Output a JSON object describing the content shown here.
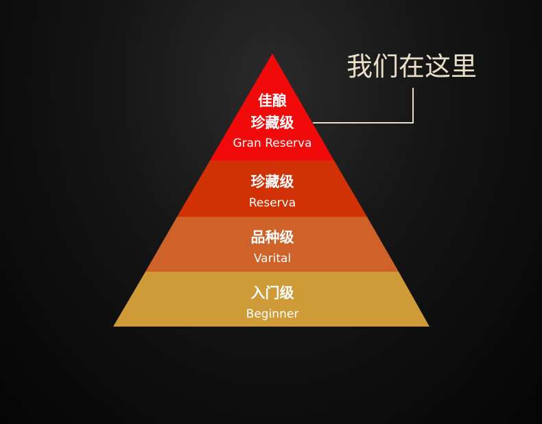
{
  "pyramid": {
    "tiers": [
      {
        "name_cn_lines": [
          "佳酿",
          "珍藏级"
        ],
        "name_en": "Gran Reserva",
        "color": "#f00a0a"
      },
      {
        "name_cn_lines": [
          "珍藏级"
        ],
        "name_en": "Reserva",
        "color": "#d03206"
      },
      {
        "name_cn_lines": [
          "品种级"
        ],
        "name_en": "Varital",
        "color": "#cf6229"
      },
      {
        "name_cn_lines": [
          "入门级"
        ],
        "name_en": "Beginner",
        "color": "#cf9a38"
      }
    ]
  },
  "callout": {
    "text": "我们在这里",
    "target": "Gran Reserva",
    "text_color": "#e9dfc8",
    "line_color": "#e9dfc8"
  }
}
